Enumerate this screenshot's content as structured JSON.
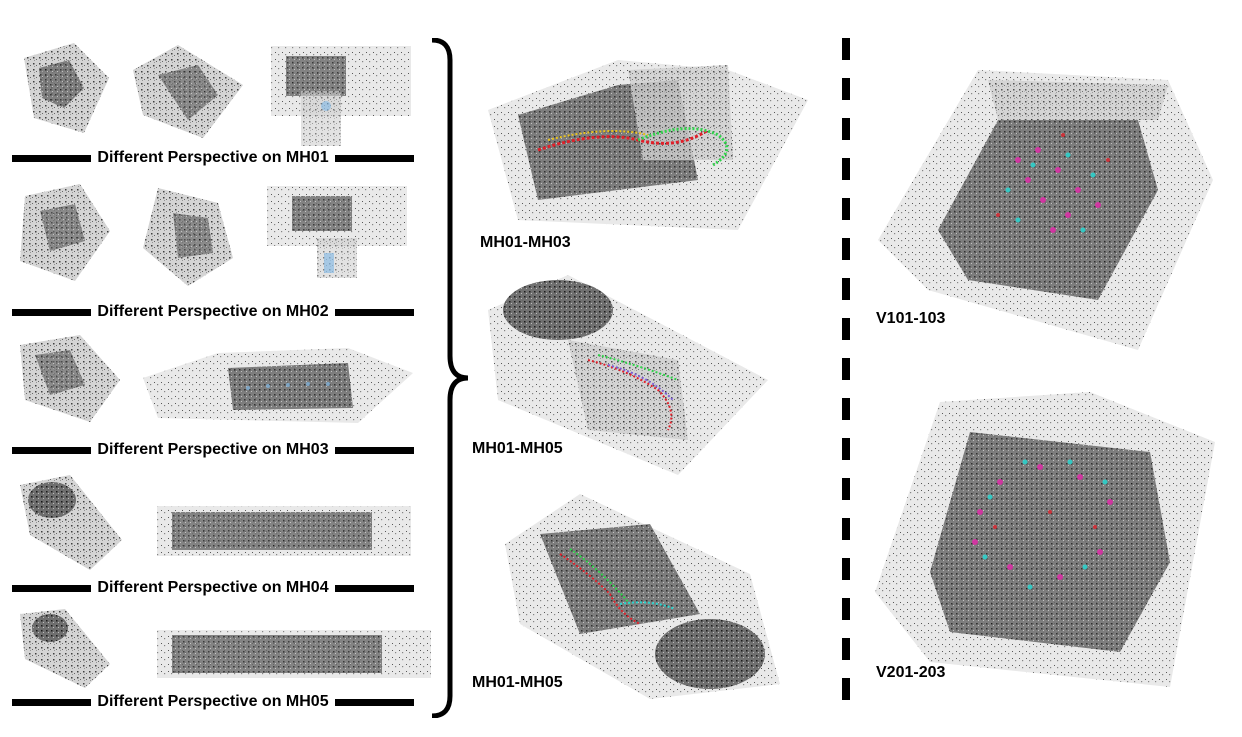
{
  "left_captions": [
    "Different Perspective on MH01",
    "Different Perspective on MH02",
    "Different Perspective on MH03",
    "Different Perspective on MH04",
    "Different Perspective on MH05"
  ],
  "middle_labels": [
    "MH01-MH03",
    "MH01-MH05",
    "MH01-MH05"
  ],
  "right_labels": [
    "V101-103",
    "V201-203"
  ],
  "colors": {
    "trajectory_red": "#e0202a",
    "trajectory_green": "#2fd34a",
    "trajectory_cyan": "#27d6d0",
    "trajectory_magenta": "#e02aa8",
    "trajectory_yellow": "#e8c21d",
    "trajectory_blue": "#7fb8e6"
  }
}
